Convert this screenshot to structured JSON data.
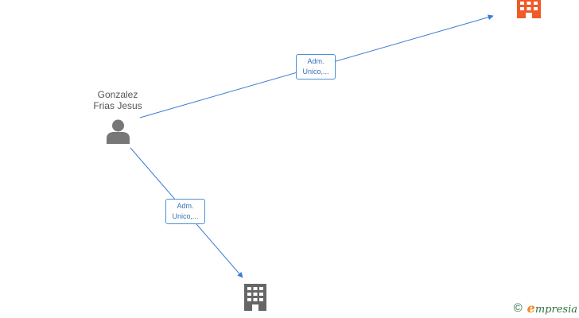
{
  "person": {
    "name_line1": "Gonzalez",
    "name_line2": "Frias Jesus",
    "icon": "person-icon"
  },
  "edges": [
    {
      "role_line1": "Adm.",
      "role_line2": "Unico,..."
    },
    {
      "role_line1": "Adm.",
      "role_line2": "Unico,..."
    }
  ],
  "companies": [
    {
      "icon": "building-icon",
      "color": "#f05a28"
    },
    {
      "icon": "building-icon",
      "color": "#666666"
    }
  ],
  "colors": {
    "edge": "#3a7bd5",
    "text": "#555555"
  },
  "brand": {
    "copyright": "©",
    "e": "e",
    "rest": "mpresia"
  }
}
